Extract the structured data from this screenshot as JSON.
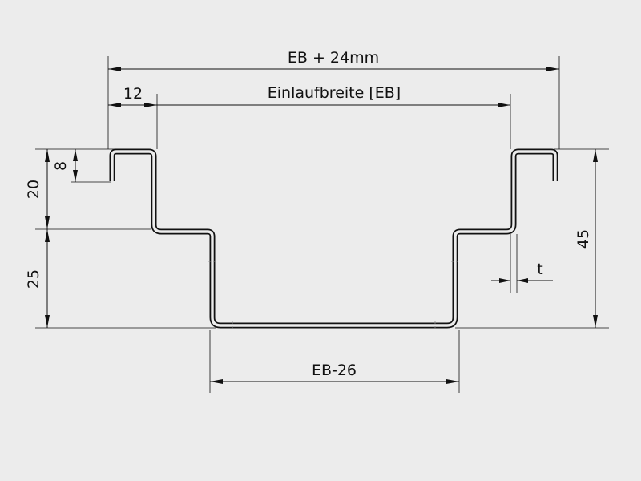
{
  "labels": {
    "overall_width": "EB + 24mm",
    "inlet_width": "Einlaufbreite [EB]",
    "flange": "12",
    "lip_height": "8",
    "upper_height": "20",
    "lower_height": "25",
    "total_height": "45",
    "thickness": "t",
    "bottom_width": "EB-26"
  },
  "colors": {
    "background": "#ececec",
    "lines": "#111111"
  }
}
